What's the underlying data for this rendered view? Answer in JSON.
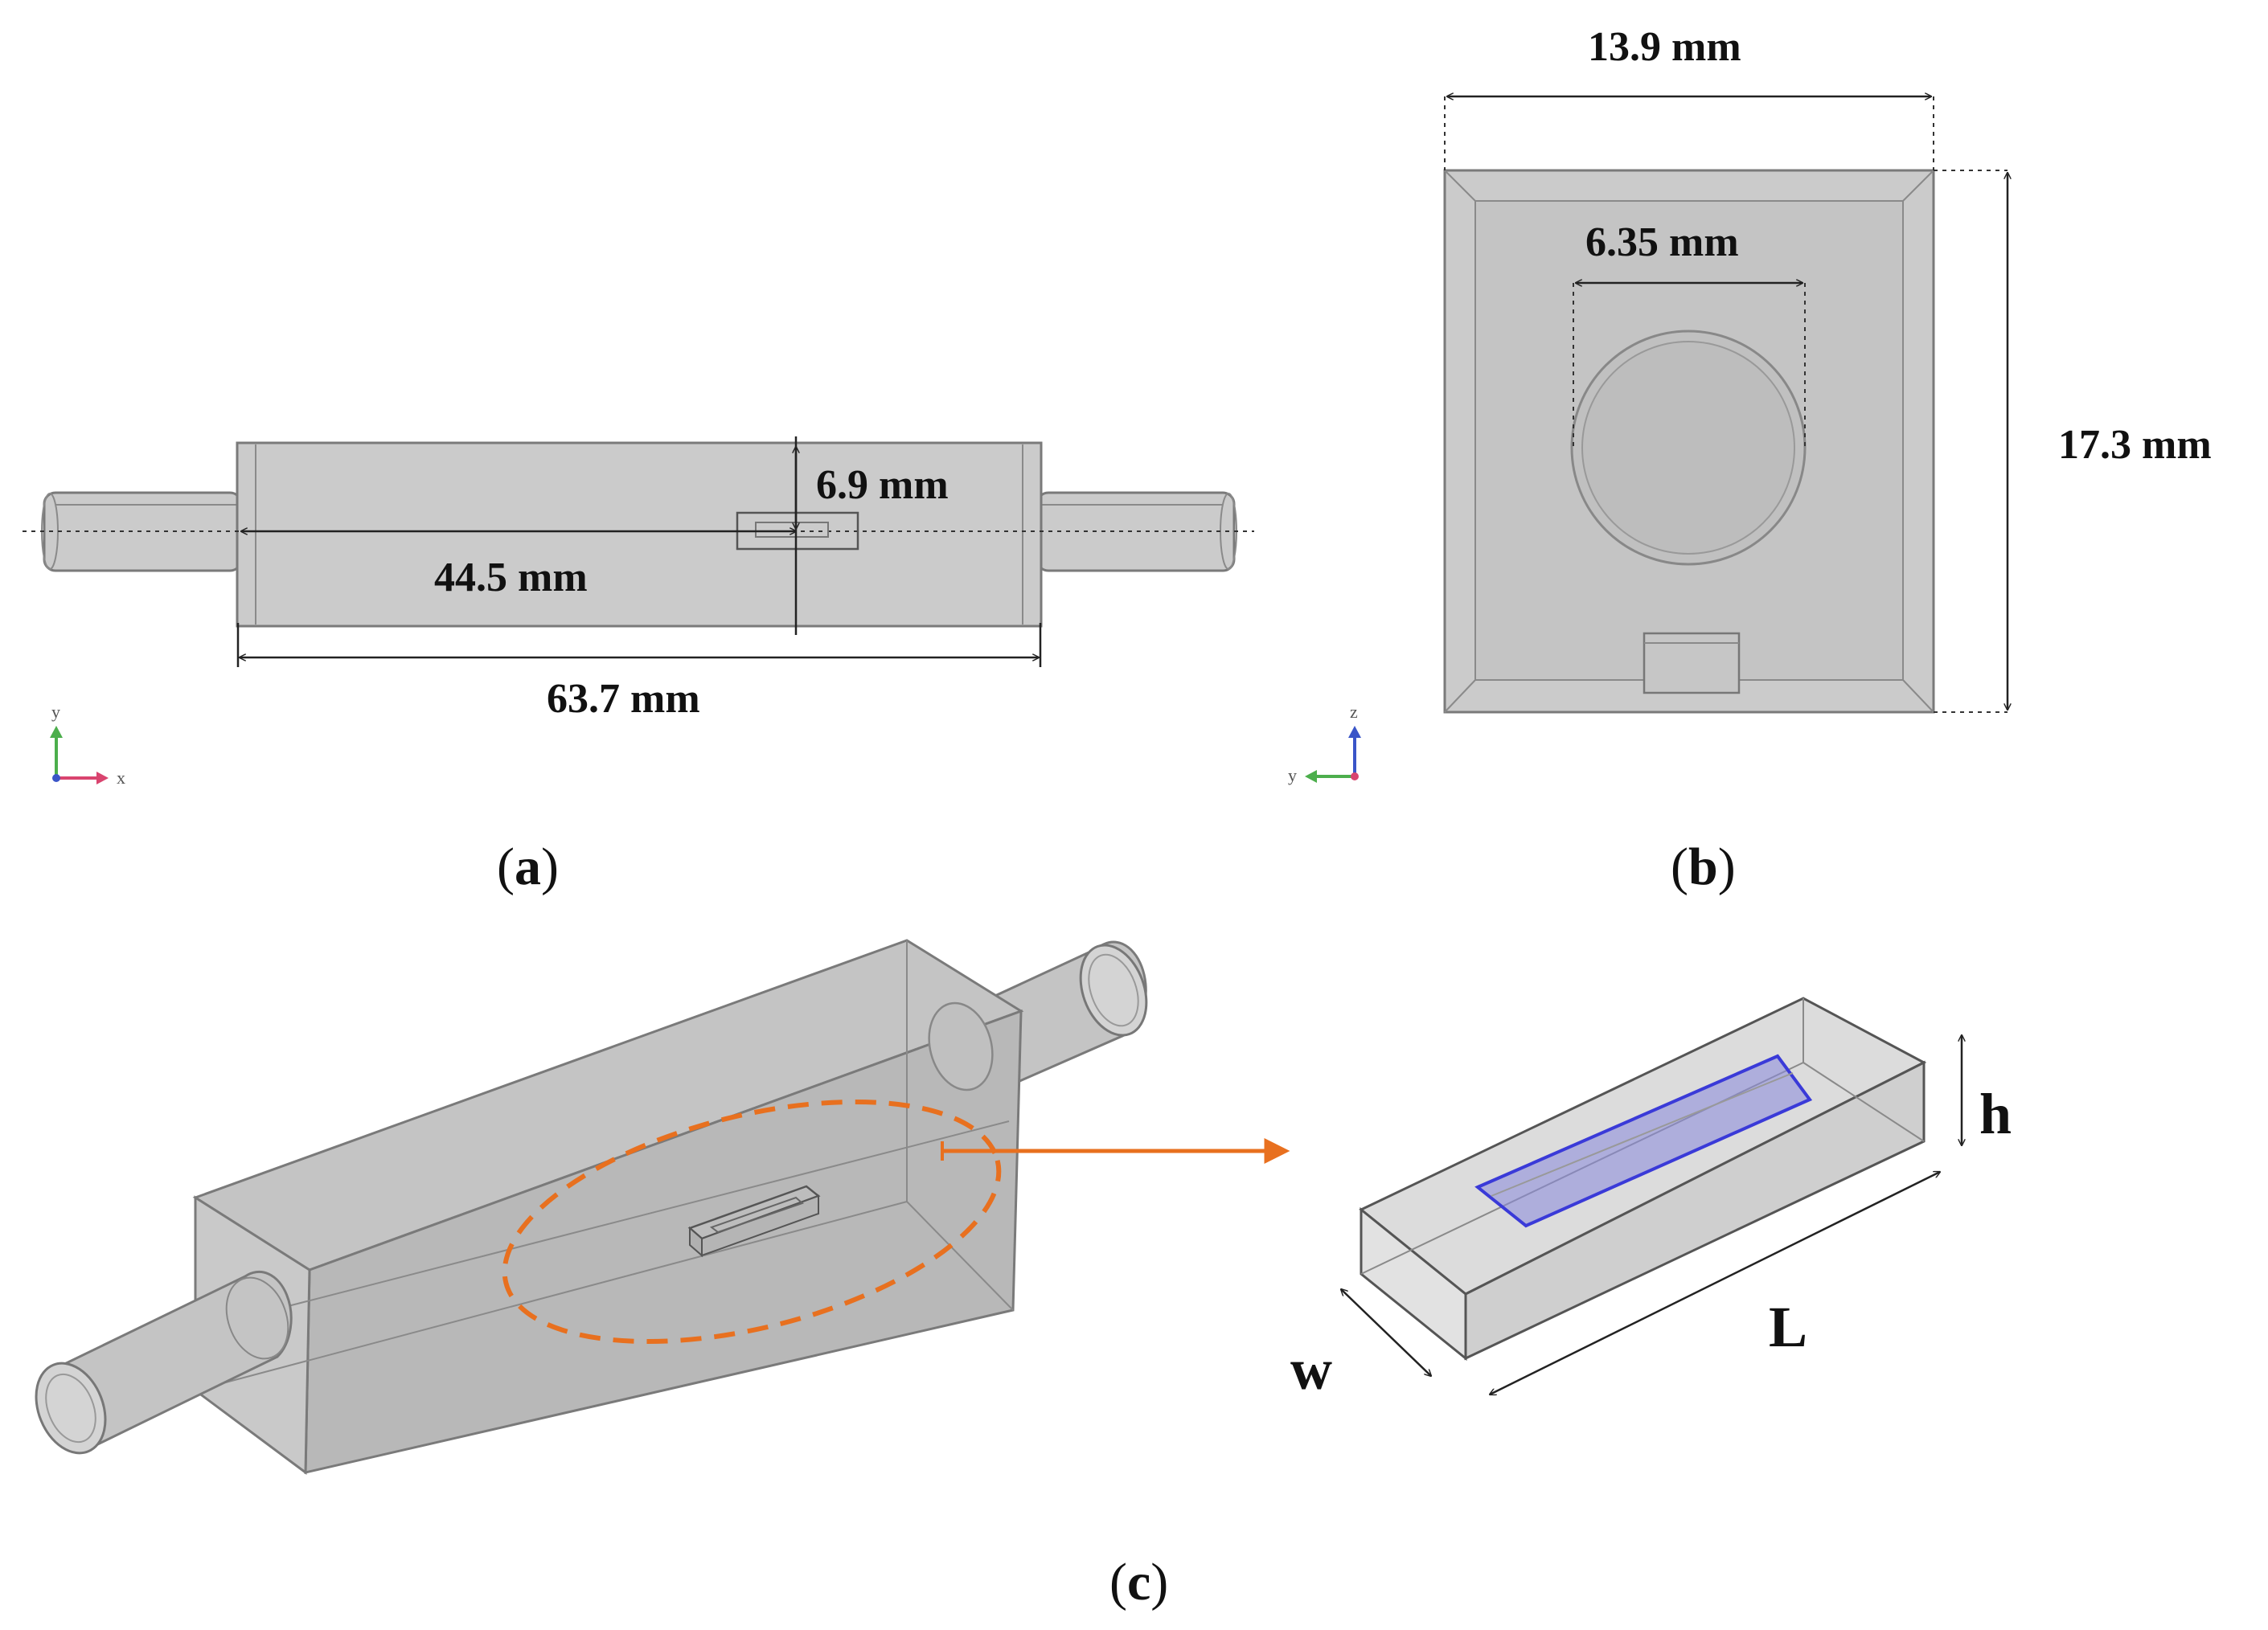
{
  "panels": {
    "a": {
      "caption_letter": "a",
      "dim_height": "6.9 mm",
      "dim_inner": "44.5 mm",
      "dim_total": "63.7 mm",
      "axis_labels": [
        "y",
        "x"
      ]
    },
    "b": {
      "caption_letter": "b",
      "dim_width": "13.9 mm",
      "dim_diameter": "6.35 mm",
      "dim_height": "17.3 mm",
      "axis_labels": [
        "z",
        "y"
      ]
    },
    "c": {
      "caption_letter": "c",
      "label_h": "h",
      "label_L": "L",
      "label_w": "w"
    }
  },
  "colors": {
    "body_fill": "#cbcbcb",
    "edge": "#7a7a7a",
    "highlight": "#e8701f",
    "electrode": "#3a3ad8"
  },
  "icons": [
    "axis-triad-xy",
    "axis-triad-yz",
    "callout-arrow",
    "dashed-ellipse"
  ]
}
